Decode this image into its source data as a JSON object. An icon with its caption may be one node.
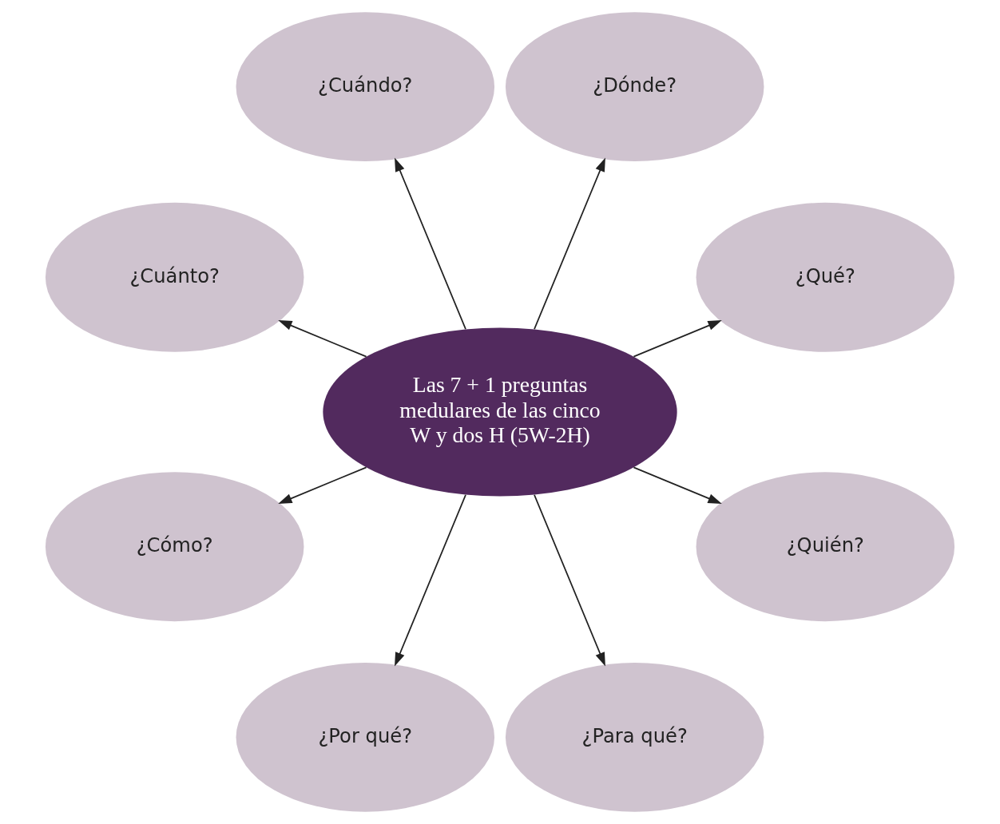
{
  "diagram": {
    "nodes": [
      {
        "text": [
          "Las 7 + 1 preguntas medulares de las cinco W y dos H (5W-2H)"
        ]
      },
      {
        "text": [
          "¿Qué?"
        ]
      },
      {
        "text": [
          "¿Dónde?"
        ]
      },
      {
        "text": [
          "¿Cuándo?"
        ]
      },
      {
        "text": [
          "¿Cuánto?"
        ]
      },
      {
        "text": [
          "¿Cómo?"
        ]
      },
      {
        "text": [
          "¿Por qué?"
        ]
      },
      {
        "text": [
          "¿Para qué?"
        ]
      },
      {
        "text": [
          "¿Quién?"
        ]
      }
    ],
    "edges": [
      {
        "from": 0,
        "to": 1,
        "arrow": "to"
      },
      {
        "from": 0,
        "to": 2,
        "arrow": "to"
      },
      {
        "from": 0,
        "to": 3,
        "arrow": "to"
      },
      {
        "from": 0,
        "to": 4,
        "arrow": "to"
      },
      {
        "from": 0,
        "to": 5,
        "arrow": "to"
      },
      {
        "from": 0,
        "to": 6,
        "arrow": "to"
      },
      {
        "from": 0,
        "to": 7,
        "arrow": "to"
      },
      {
        "from": 0,
        "to": 8,
        "arrow": "to"
      }
    ]
  }
}
